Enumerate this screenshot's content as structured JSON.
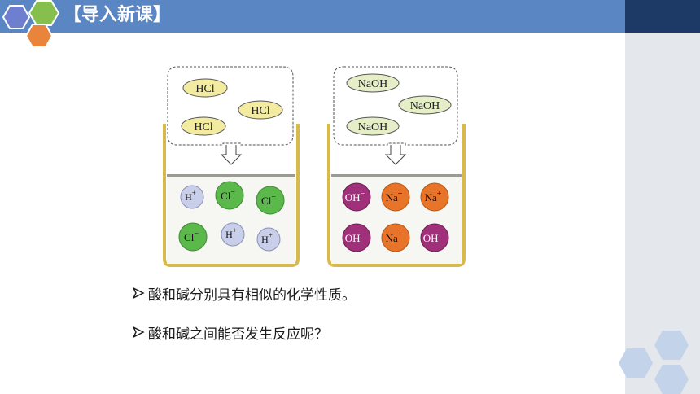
{
  "header": {
    "title": "【导入新课】"
  },
  "figure": {
    "acid": {
      "molecules": [
        "HCl",
        "HCl",
        "HCl"
      ],
      "ions": [
        {
          "symbol": "H",
          "charge": "+",
          "color": "#c9cfe8"
        },
        {
          "symbol": "Cl",
          "charge": "−",
          "color": "#5bb84a"
        },
        {
          "symbol": "Cl",
          "charge": "−",
          "color": "#5bb84a"
        },
        {
          "symbol": "Cl",
          "charge": "−",
          "color": "#5bb84a"
        },
        {
          "symbol": "H",
          "charge": "+",
          "color": "#c9cfe8"
        },
        {
          "symbol": "H",
          "charge": "+",
          "color": "#c9cfe8"
        }
      ]
    },
    "base": {
      "molecules": [
        "NaOH",
        "NaOH",
        "NaOH"
      ],
      "ions": [
        {
          "symbol": "OH",
          "charge": "−",
          "color": "#a0307a"
        },
        {
          "symbol": "Na",
          "charge": "+",
          "color": "#e8742a"
        },
        {
          "symbol": "Na",
          "charge": "+",
          "color": "#e8742a"
        },
        {
          "symbol": "OH",
          "charge": "−",
          "color": "#a0307a"
        },
        {
          "symbol": "Na",
          "charge": "+",
          "color": "#e8742a"
        },
        {
          "symbol": "OH",
          "charge": "−",
          "color": "#a0307a"
        }
      ]
    }
  },
  "bullets": [
    {
      "text": "酸和碱分别具有相似的化学性质。"
    },
    {
      "text": "酸和碱之间能否发生反应呢？"
    }
  ],
  "colors": {
    "header": "#5b86c4",
    "header_dark": "#1d3a66",
    "beaker_rim": "#d7b94c",
    "acid_molecule": "#f2eba0",
    "base_molecule": "#e6eec8"
  }
}
